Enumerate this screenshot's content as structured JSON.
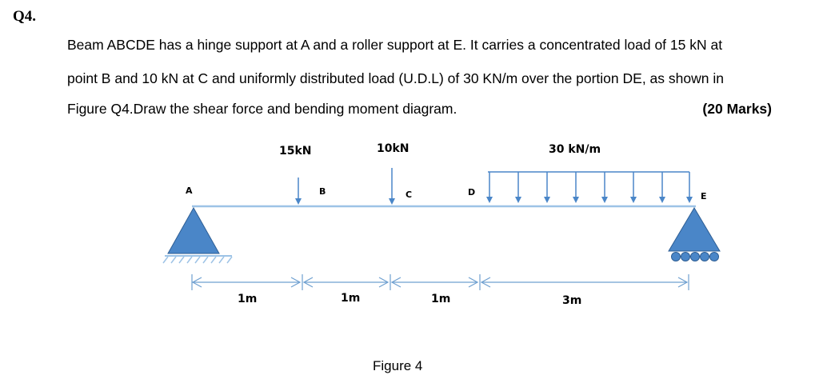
{
  "question": {
    "number": "Q4.",
    "lines": [
      "Beam ABCDE has a hinge support at A and a roller support at E. It carries a concentrated load of 15 kN at",
      "point B and 10 kN at C and uniformly distributed load (U.D.L) of 30 KN/m over the portion DE, as shown in",
      "Figure Q4.Draw the shear force   and bending moment diagram."
    ],
    "marks": "(20 Marks)"
  },
  "figure": {
    "caption": "Figure 4",
    "point_labels": {
      "A": "A",
      "B": "B",
      "C": "C",
      "D": "D",
      "E": "E"
    },
    "loads": {
      "point_b": "15kN",
      "point_c": "10kN",
      "udl": "30 kN/m"
    },
    "spans": [
      "1m",
      "1m",
      "1m",
      "3m"
    ],
    "supports": {
      "A": "hinge",
      "E": "roller"
    },
    "colors": {
      "support_fill": "#4A86C8",
      "support_stroke": "#2E5E94",
      "beam": "#9DC3E6",
      "arrow": "#4A86C8",
      "dim_line": "#6FA0D0"
    }
  }
}
